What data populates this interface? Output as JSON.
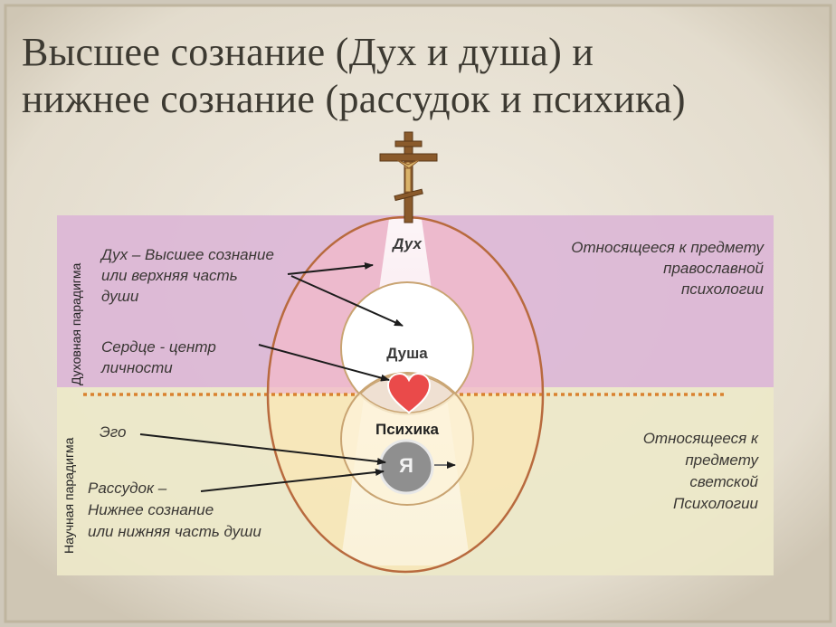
{
  "title": {
    "line1": "Высшее сознание (Дух  и  душа) и",
    "line2": "нижнее сознание (рассудок и психика)"
  },
  "colors": {
    "spiritual_band": "#dcb6d6",
    "scientific_band": "#ede8c9",
    "outer_oval_stroke": "#b86a3e",
    "heart": "#ea4a4a",
    "ego_circle": "#8f8f8f",
    "divider": "#d9822f"
  },
  "paradigms": {
    "spiritual": "Духовная парадигма",
    "scientific": "Научная парадигма"
  },
  "centers": {
    "spirit": "Дух",
    "soul": "Душа",
    "psyche": "Психика",
    "ego": "Я"
  },
  "left_notes": {
    "spirit_def": [
      "Дух – Высшее сознание",
      "или  верхняя часть",
      "души"
    ],
    "heart_def": [
      "Сердце  -  центр",
      "личности"
    ],
    "ego": "Эго",
    "reason_def": [
      "Рассудок –",
      "Нижнее  сознание",
      "или  нижняя часть души"
    ]
  },
  "right_notes": {
    "orthodox": [
      "Относящееся  к предмету",
      "православной",
      "психологии"
    ],
    "secular": [
      "Относящееся  к",
      "предмету",
      "светской",
      "Психологии"
    ]
  },
  "icons": {
    "cross": "crucifix-icon",
    "heart": "heart-icon"
  }
}
